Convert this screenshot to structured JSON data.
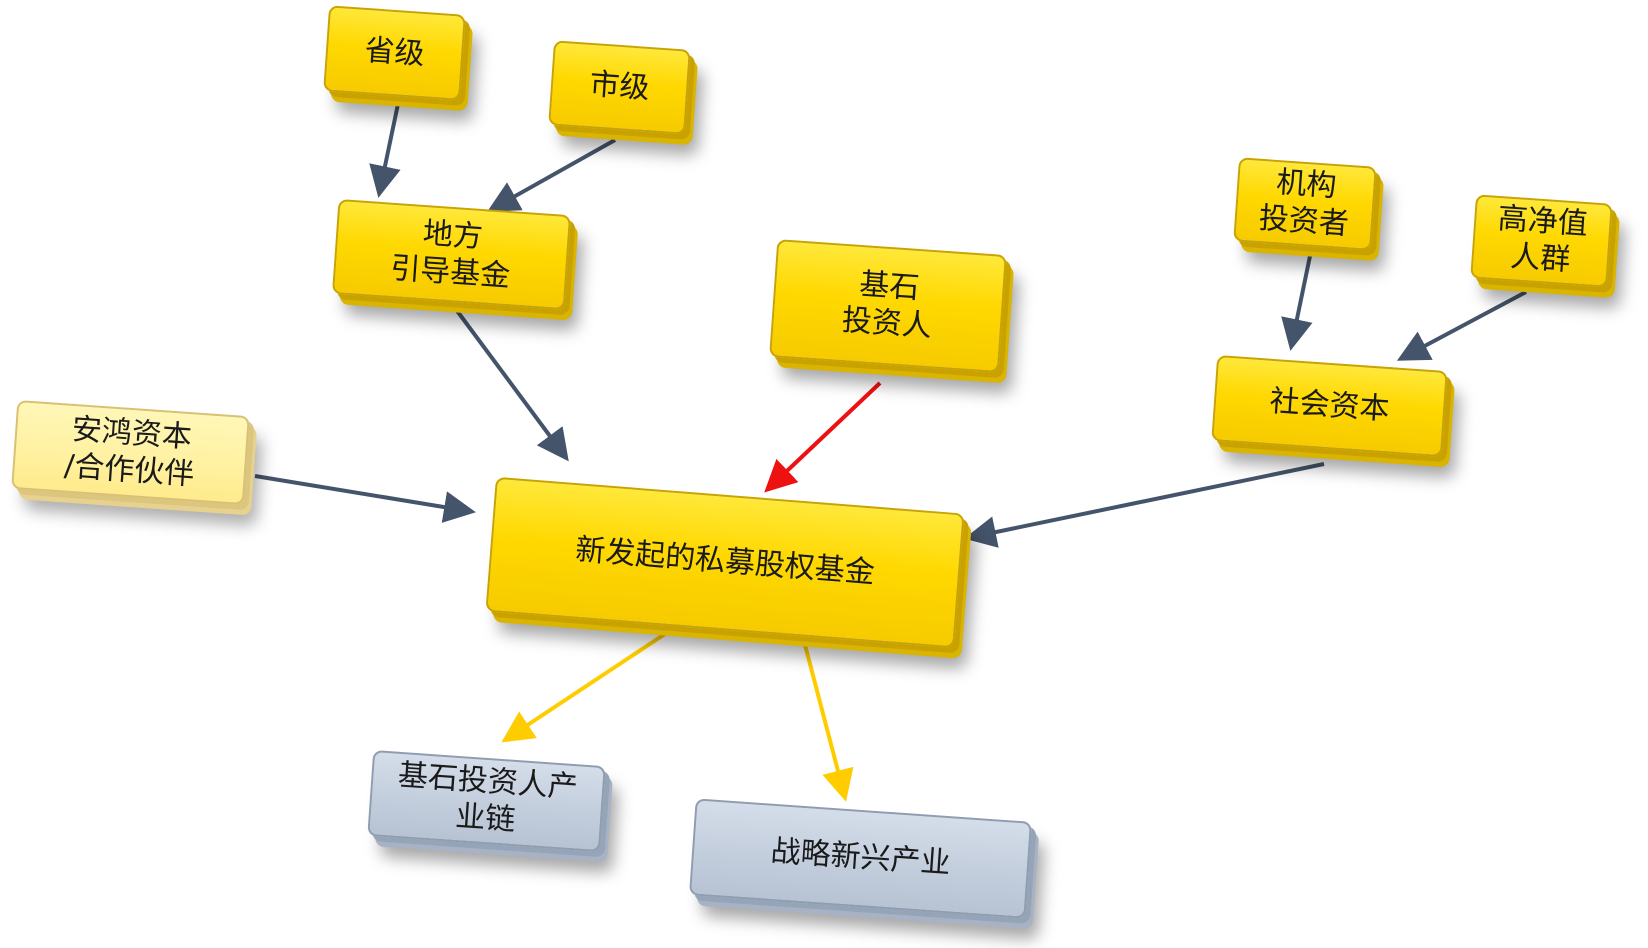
{
  "nodes": {
    "provincial": "省级",
    "municipal": "市级",
    "local_guidance_fund": "地方\n引导基金",
    "cornerstone_investor": "基石\n投资人",
    "institutional_investor": "机构\n投资者",
    "high_net_worth": "高净值\n人群",
    "social_capital": "社会资本",
    "anhong_capital": "安鸿资本\n/合作伙伴",
    "new_pe_fund": "新发起的私募股权基金",
    "cornerstone_industry_chain": "基石投资人产\n业链",
    "strategic_emerging_industry": "战略新兴产业"
  },
  "colors": {
    "arrow_navy": "#44546a",
    "arrow_red": "#ee1111",
    "arrow_gold": "#ffcc00",
    "node_yellow": "#ffd800",
    "node_pale_yellow": "#fff1a0",
    "node_grey_blue": "#c3cedd"
  }
}
